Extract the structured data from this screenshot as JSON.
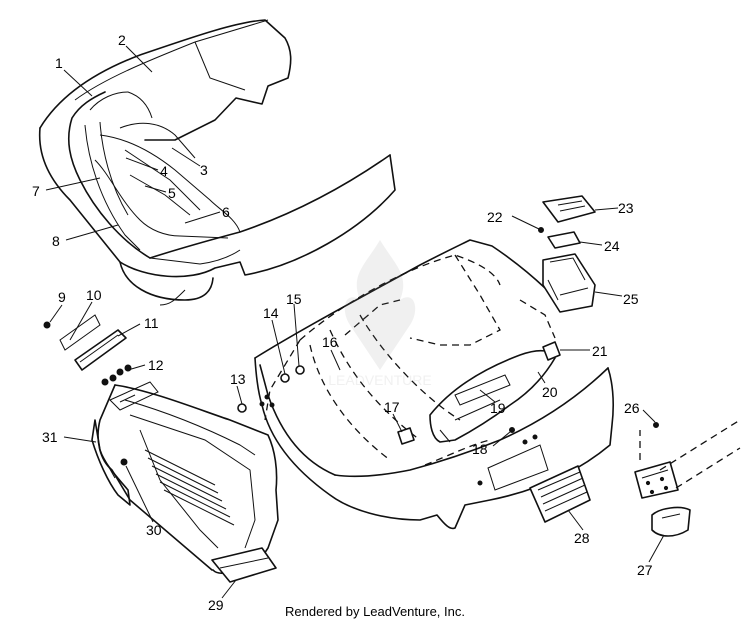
{
  "diagram": {
    "callouts": [
      {
        "id": "c1",
        "text": "1"
      },
      {
        "id": "c2",
        "text": "2"
      },
      {
        "id": "c3",
        "text": "3"
      },
      {
        "id": "c4",
        "text": "4"
      },
      {
        "id": "c5",
        "text": "5"
      },
      {
        "id": "c6",
        "text": "6"
      },
      {
        "id": "c7",
        "text": "7"
      },
      {
        "id": "c8",
        "text": "8"
      },
      {
        "id": "c9",
        "text": "9"
      },
      {
        "id": "c10",
        "text": "10"
      },
      {
        "id": "c11",
        "text": "11"
      },
      {
        "id": "c12",
        "text": "12"
      },
      {
        "id": "c13",
        "text": "13"
      },
      {
        "id": "c14",
        "text": "14"
      },
      {
        "id": "c15",
        "text": "15"
      },
      {
        "id": "c16",
        "text": "16"
      },
      {
        "id": "c17",
        "text": "17"
      },
      {
        "id": "c18",
        "text": "18"
      },
      {
        "id": "c19",
        "text": "19"
      },
      {
        "id": "c20",
        "text": "20"
      },
      {
        "id": "c21",
        "text": "21"
      },
      {
        "id": "c22",
        "text": "22"
      },
      {
        "id": "c23",
        "text": "23"
      },
      {
        "id": "c24",
        "text": "24"
      },
      {
        "id": "c25",
        "text": "25"
      },
      {
        "id": "c26",
        "text": "26"
      },
      {
        "id": "c27",
        "text": "27"
      },
      {
        "id": "c28",
        "text": "28"
      },
      {
        "id": "c29",
        "text": "29"
      },
      {
        "id": "c30",
        "text": "30"
      },
      {
        "id": "c31",
        "text": "31"
      }
    ]
  },
  "watermark": {
    "text": "LEADVENTURE"
  },
  "footer": {
    "text": "Rendered by LeadVenture, Inc."
  }
}
